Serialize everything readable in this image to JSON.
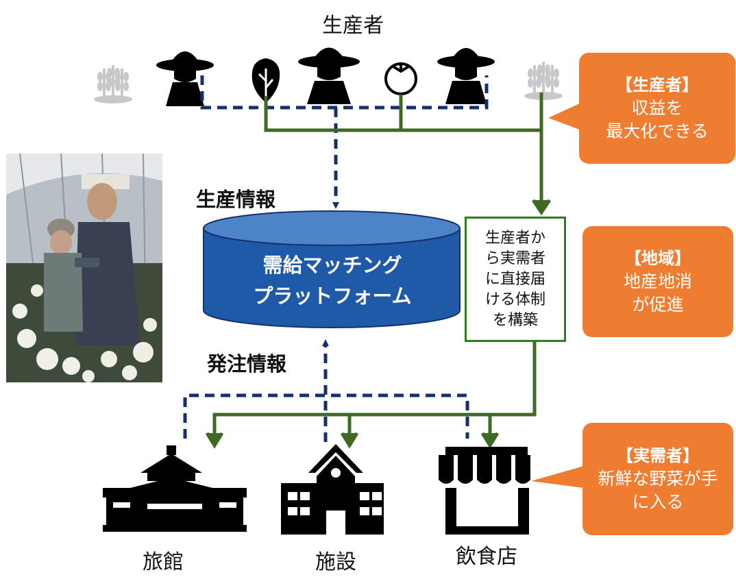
{
  "header": {
    "producers_title": "生産者"
  },
  "labels": {
    "production_info": "生産情報",
    "order_info": "発注情報"
  },
  "platform": {
    "line1": "需給マッチング",
    "line2": "プラットフォーム"
  },
  "direct_delivery": {
    "text": "生産者か\nら実需者\nに直接届\nける体制\nを構築"
  },
  "callouts": [
    {
      "heading": "【生産者】",
      "body": "収益を\n最大化できる"
    },
    {
      "heading": "【地域】",
      "body": "地産地消\nが促進"
    },
    {
      "heading": "【実需者】",
      "body": "新鮮な野菜が手\nに入る"
    }
  ],
  "destinations": {
    "ryokan": "旅館",
    "facility": "施設",
    "restaurant": "飲食店"
  },
  "icons": [
    "wheat-icon",
    "farmer-icon",
    "lettuce-icon",
    "tomato-icon",
    "ryokan-icon",
    "school-icon",
    "store-icon"
  ],
  "colors": {
    "platform_fill": "#1f5aa8",
    "dashed_line": "#14306e",
    "green_line": "#3e6a24",
    "callout": "#ee7d31"
  }
}
